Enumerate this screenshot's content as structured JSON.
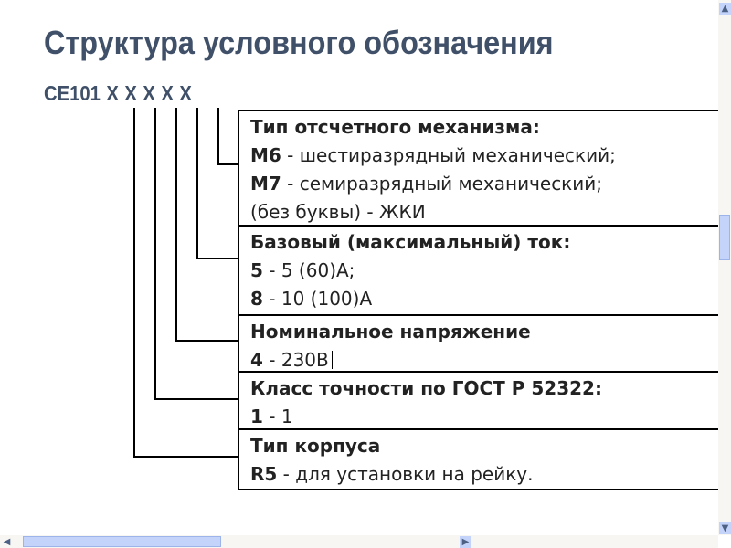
{
  "title": "Структура условного обозначения",
  "code": "CE101 X X X X X",
  "sections": [
    {
      "heading": "Тип отсчетного механизма:",
      "lines": [
        {
          "code": "М6",
          "text": " - шестиразрядный механический;"
        },
        {
          "code": "М7",
          "text": " - семиразрядный механический;"
        },
        {
          "code": "",
          "text": "(без буквы) - ЖКИ"
        }
      ]
    },
    {
      "heading": "Базовый (максимальный) ток:",
      "lines": [
        {
          "code": "5",
          "text": " - 5 (60)А;"
        },
        {
          "code": "8",
          "text": " - 10 (100)А"
        }
      ]
    },
    {
      "heading": "Номинальное напряжение",
      "lines": [
        {
          "code": "4",
          "text": " - 230В"
        }
      ]
    },
    {
      "heading": "Класс точности по ГОСТ Р 52322:",
      "lines": [
        {
          "code": "1",
          "text": " - 1"
        }
      ]
    },
    {
      "heading": "Тип корпуса",
      "lines": [
        {
          "code": "R5",
          "text": " - для установки на рейку."
        }
      ]
    }
  ]
}
